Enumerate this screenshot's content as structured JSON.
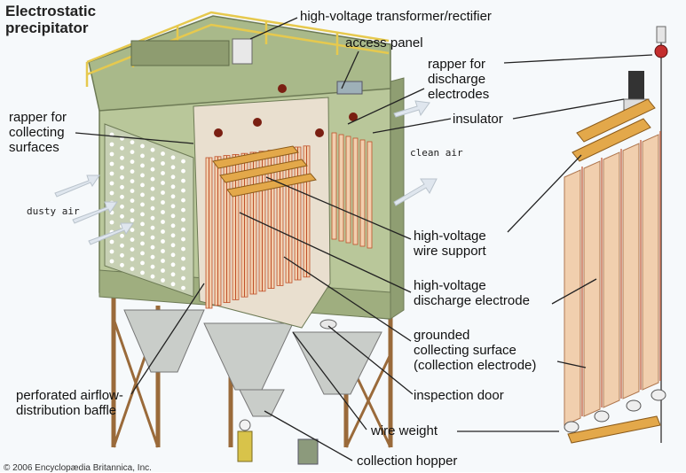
{
  "title": "Electrostatic\nprecipitator",
  "credit": "© 2006 Encyclopædia Britannica, Inc.",
  "labels": {
    "transformer": "high-voltage transformer/rectifier",
    "access_panel": "access panel",
    "rapper_discharge": "rapper for\ndischarge\nelectrodes",
    "insulator": "insulator",
    "rapper_collecting": "rapper for\ncollecting\nsurfaces",
    "clean_air": "clean air",
    "dusty_air": "dusty air",
    "wire_support": "high-voltage\nwire support",
    "discharge_electrode": "high-voltage\ndischarge electrode",
    "grounded_surface": "grounded\ncollecting surface\n(collection electrode)",
    "inspection_door": "inspection door",
    "baffle": "perforated airflow-\ndistribution baffle",
    "wire_weight": "wire weight",
    "collection_hopper": "collection hopper"
  },
  "colors": {
    "housing": "#b9c79a",
    "housing_dark": "#8f9e72",
    "roof": "#a9b98a",
    "plate": "#f1cfae",
    "plate_stripe": "#c0502a",
    "support": "#e3a84a",
    "railing": "#e6c94e",
    "leader": "#222222"
  }
}
